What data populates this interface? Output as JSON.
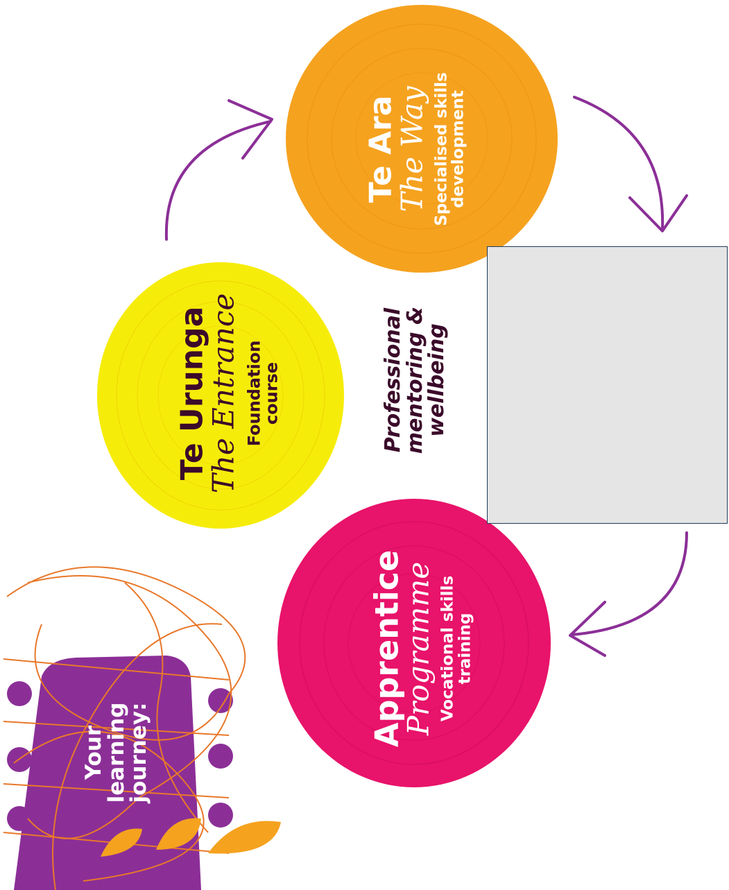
{
  "journey_label": [
    "Your",
    "learning",
    "journey:"
  ],
  "circles": {
    "te_urunga": {
      "title": "Te Urunga",
      "subtitle": "The Entrance",
      "desc": [
        "Foundation",
        "course"
      ],
      "color": "#f6ec0a"
    },
    "te_ara": {
      "title": "Te Ara",
      "subtitle": "The Way",
      "desc": [
        "Specialised skills",
        "development"
      ],
      "color": "#f5a21f"
    },
    "apprentice": {
      "title": "Apprentice",
      "subtitle": "Programme",
      "desc": [
        "Vocational skills",
        "training"
      ],
      "color": "#e8136a"
    }
  },
  "center_text": [
    "Professional",
    "mentoring &",
    "wellbeing"
  ],
  "colors": {
    "arrow": "#8b2f97",
    "guitar": "#8b2f97",
    "strings": "#e8782a",
    "dark_text": "#3b0a2a",
    "pick": "#f5a21f"
  }
}
